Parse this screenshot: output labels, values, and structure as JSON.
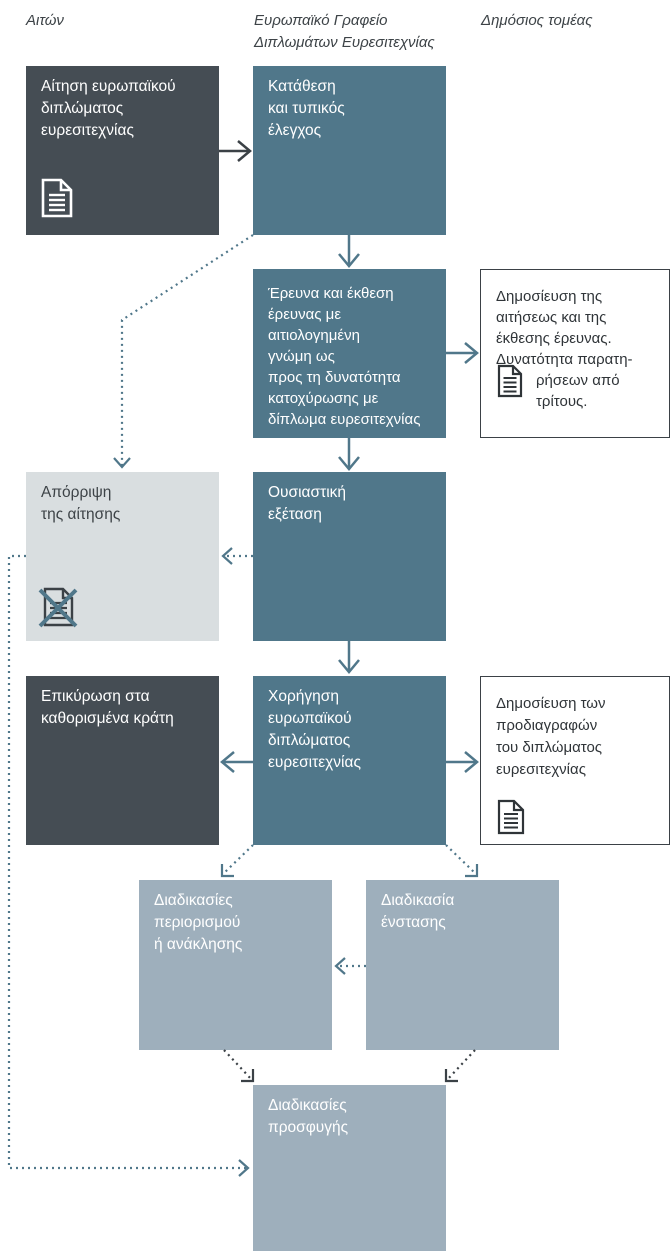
{
  "headers": {
    "applicant": "Αιτών",
    "epo": "Ευρωπαϊκό Γραφείο\nΔιπλωμάτων Ευρεσιτεχνίας",
    "public": "Δημόσιος τομέας"
  },
  "boxes": {
    "application": "Αίτηση ευρωπαϊκού\nδιπλώματος\nευρεσιτεχνίας",
    "filing": "Κατάθεση\nκαι τυπικός\nέλεγχος",
    "search": "Έρευνα και έκθεση\nέρευνας με\nαιτιολογημένη\nγνώμη ως\nπρος τη δυνατότητα\nκατοχύρωσης με\nδίπλωμα ευρεσιτεχνίας",
    "publication_application": "Δημοσίευση της\nαιτήσεως και της\nέκθεσης έρευνας.\nΔυνατότητα παρατη-",
    "publication_application_tail": "ρήσεων  από\nτρίτους.",
    "refusal": "Απόρριψη\nτης αίτησης",
    "examination": "Ουσιαστική\nεξέταση",
    "validation": "Επικύρωση στα\nκαθορισμένα κράτη",
    "grant": "Χορήγηση\nευρωπαϊκού\nδιπλώματος\nευρεσιτεχνίας",
    "publication_specification": "Δημοσίευση των\nπροδιαγραφών\nτου διπλώματος\nευρεσιτεχνίας",
    "limitation": "Διαδικασίες\nπεριορισμού\nή ανάκλησης",
    "opposition": "Διαδικασία\nένστασης",
    "appeal": "Διαδικασίες\nπροσφυγής"
  },
  "icons": {
    "application": "document-icon",
    "publication_application": "document-icon",
    "refusal": "rejected-document-icon",
    "publication_specification": "document-icon"
  },
  "colors": {
    "dark": "#454d54",
    "teal": "#50778a",
    "light": "#d9dee0",
    "slate": "#9eafbc",
    "arrow_solid": "#50778a",
    "arrow_dark": "#3b4146",
    "reject_cross": "#50778a"
  }
}
